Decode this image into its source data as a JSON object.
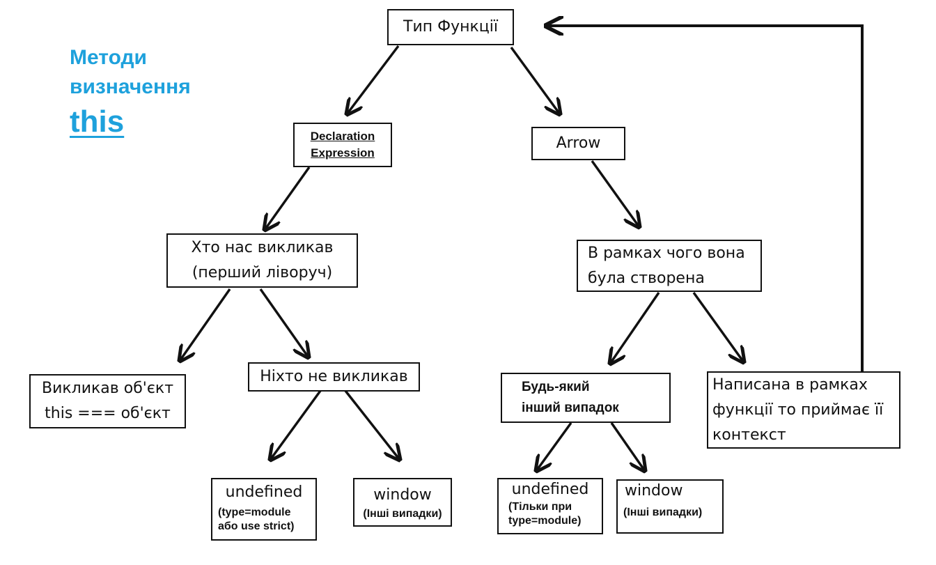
{
  "title": {
    "line1": "Методи",
    "line2": "визначення",
    "line3": "this"
  },
  "nodes": {
    "function_type": "Тип Функції",
    "declaration_expression": [
      "Declaration",
      "Expression"
    ],
    "arrow": "Arrow",
    "who_called": [
      "Хто нас викликав",
      "(перший ліворуч)"
    ],
    "created_context": [
      "В рамках чого вона",
      "була створена"
    ],
    "object_called": [
      "Викликав об'єкт",
      "this === об'єкт"
    ],
    "nobody_called": "Ніхто не викликав",
    "any_other_case": [
      "Будь-який",
      "інший випадок"
    ],
    "written_in_function": [
      "Написана в рамках",
      "функції то приймає її",
      "контекст"
    ],
    "undefined_left": {
      "value": "undefined",
      "note": [
        "(type=module",
        "або use strict)"
      ]
    },
    "window_left": {
      "value": "window",
      "note": "(Інші випадки)"
    },
    "undefined_right": {
      "value": "undefined",
      "note": [
        "(Тільки при",
        "type=module)"
      ]
    },
    "window_right": {
      "value": "window",
      "note": "(Інші випадки)"
    }
  }
}
